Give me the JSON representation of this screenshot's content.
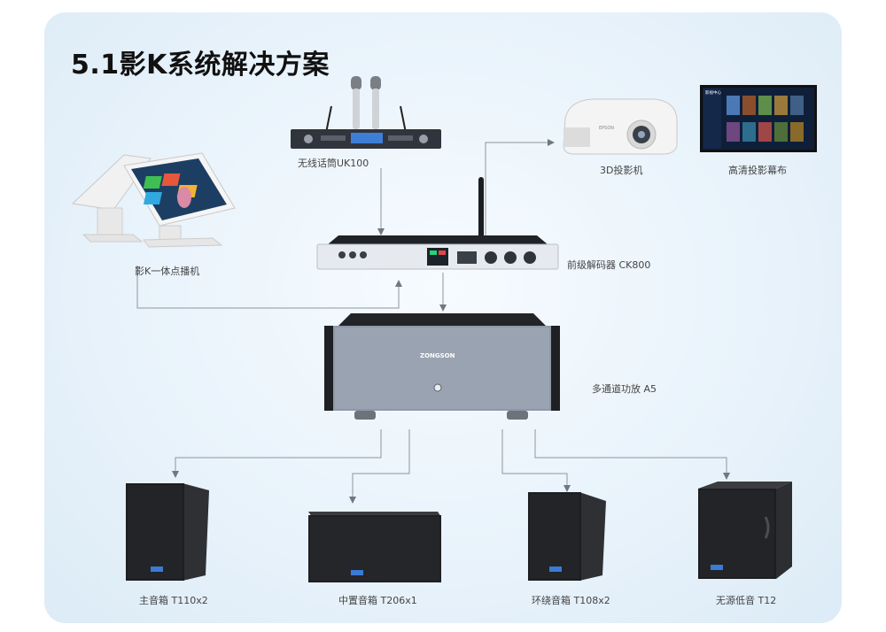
{
  "title": "5.1影K系统解决方案",
  "devices": {
    "kiosk": {
      "label": "影K一体点播机"
    },
    "mic": {
      "label": "无线话筒UK100"
    },
    "projector": {
      "label": "3D投影机",
      "brand": "EPSON"
    },
    "screen": {
      "label": "高清投影幕布",
      "menu_title": "影视中心"
    },
    "decoder": {
      "label": "前级解码器 CK800"
    },
    "amplifier": {
      "label": "多通道功放 A5",
      "brand": "ZONGSON"
    },
    "main_speaker": {
      "label": "主音箱 T110x2"
    },
    "center_speaker": {
      "label": "中置音箱 T206x1"
    },
    "surround_speaker": {
      "label": "环绕音箱 T108x2"
    },
    "subwoofer": {
      "label": "无源低音 T12"
    }
  },
  "colors": {
    "wire": "#8e959c",
    "device_dark": "#2b2f36",
    "speaker": "#1f2124",
    "badge": "#3a7bd5"
  }
}
